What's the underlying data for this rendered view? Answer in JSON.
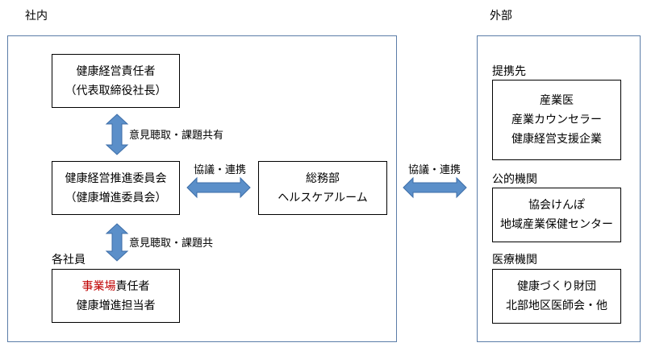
{
  "colors": {
    "arrow": "#5b8fc9",
    "panel_border": "#5b7da8",
    "highlight": "#c00000"
  },
  "internal": {
    "title": "社内",
    "ceo_box": {
      "line1": "健康経営責任者",
      "line2": "（代表取締役社長）"
    },
    "arrow1_label": "意見聴取・課題共有",
    "committee_box": {
      "line1": "健康経営推進委員会",
      "line2": "（健康増進委員会）"
    },
    "arrow_h_label": "協議・連携",
    "general_affairs_box": {
      "line1": "総務部",
      "line2": "ヘルスケアルーム"
    },
    "arrow2_label": "意見聴取・課題共",
    "branches_label": "各社員",
    "site_box": {
      "line1_highlight": "事業場",
      "line1_rest": "責任者",
      "line2": "健康増進担当者"
    }
  },
  "middle": {
    "arrow_label": "協議・連携"
  },
  "external": {
    "title": "外部",
    "partners": {
      "label": "提携先",
      "lines": [
        "産業医",
        "産業カウンセラー",
        "健康経営支援企業"
      ]
    },
    "public": {
      "label": "公的機関",
      "lines": [
        "協会けんぽ",
        "地域産業保健センター"
      ]
    },
    "medical": {
      "label": "医療機関",
      "lines": [
        "健康づくり財団",
        "北部地区医師会・他"
      ]
    }
  }
}
